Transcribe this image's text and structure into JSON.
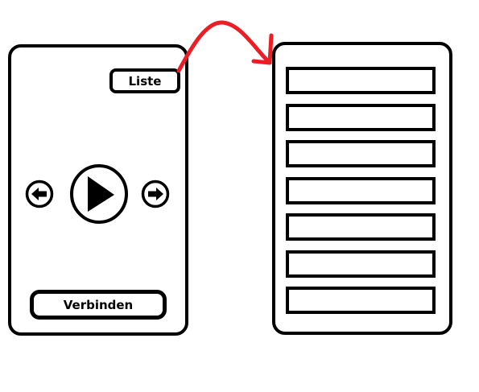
{
  "player": {
    "list_button_label": "Liste",
    "connect_button_label": "Verbinden",
    "prev_icon": "arrow-left-icon",
    "play_icon": "play-icon",
    "next_icon": "arrow-right-icon"
  },
  "flow": {
    "arrow_color": "#ee1c24"
  },
  "list_screen": {
    "slot_count": 7
  }
}
